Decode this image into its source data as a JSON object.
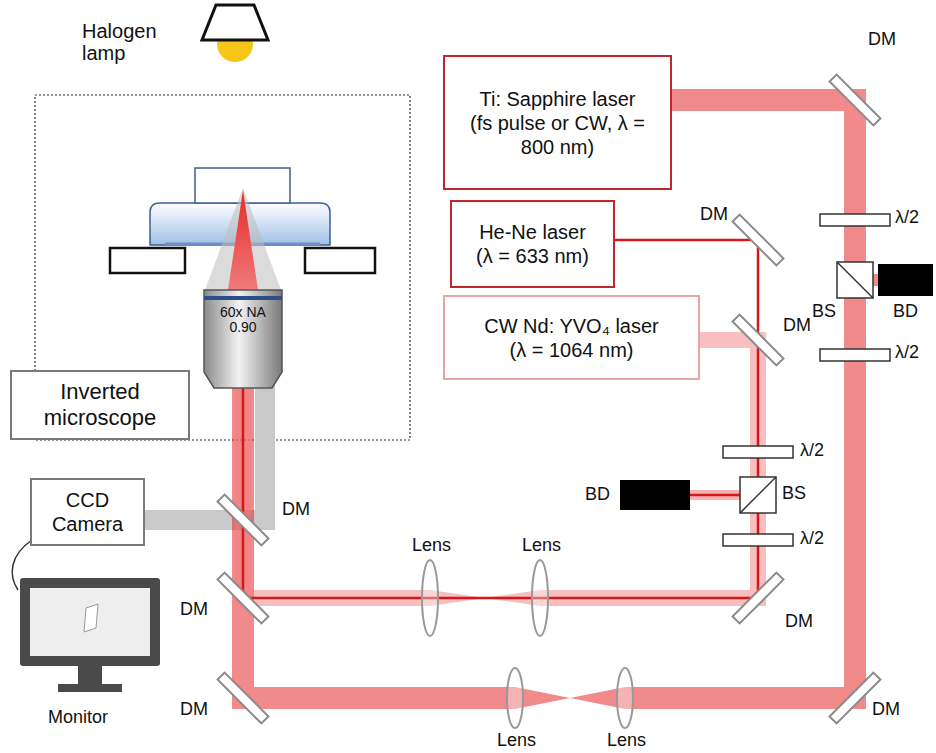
{
  "diagram": {
    "nodes": [
      {
        "text": [
          "Ti: Sapphire laser",
          "(fs pulse or CW, λ = 800 nm)"
        ]
      },
      {
        "text": [
          "He-Ne laser",
          "(λ = 633 nm)"
        ]
      },
      {
        "text": [
          "CW Nd: YVO₄ laser",
          "(λ = 1064 nm)"
        ]
      },
      {
        "text": [
          "Inverted microscope"
        ]
      },
      {
        "text": [
          "CCD Camera"
        ]
      }
    ],
    "labels": [
      "Halogen lamp",
      "60x NA 0.90",
      "DM",
      "DM",
      "DM",
      "DM",
      "DM",
      "DM",
      "DM",
      "DM",
      "λ/2",
      "λ/2",
      "λ/2",
      "λ/2",
      "BS",
      "BS",
      "BD",
      "BD",
      "Lens",
      "Lens",
      "Lens",
      "Lens",
      "Monitor"
    ]
  }
}
